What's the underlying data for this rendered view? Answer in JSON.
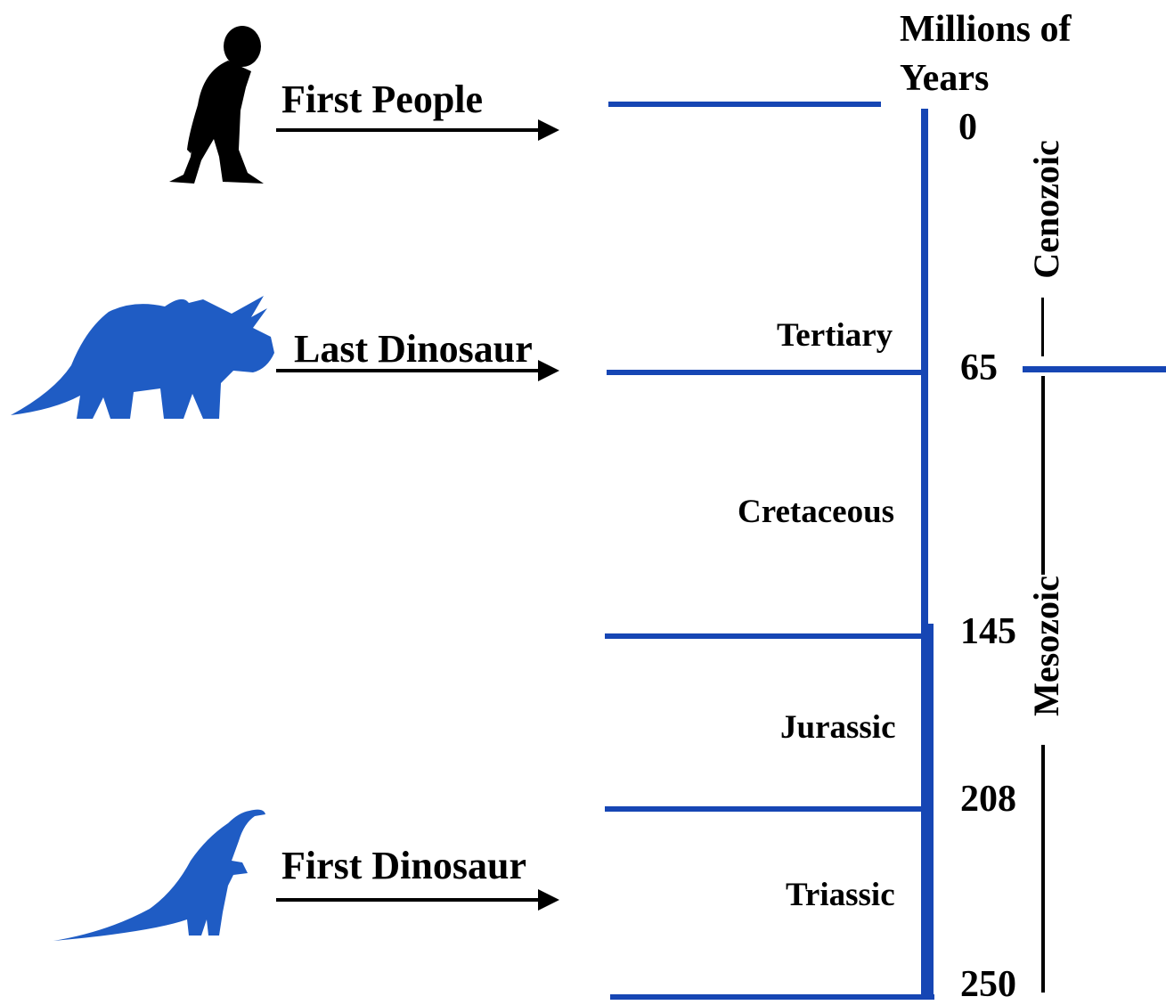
{
  "axis": {
    "title_line1": "Millions of",
    "title_line2": "Years",
    "ticks": [
      "0",
      "65",
      "145",
      "208",
      "250"
    ]
  },
  "events": [
    {
      "label": "First People",
      "icon": "human-silhouette-icon"
    },
    {
      "label": "Last Dinosaur",
      "icon": "triceratops-icon"
    },
    {
      "label": "First Dinosaur",
      "icon": "sauropod-icon"
    }
  ],
  "periods": [
    "Tertiary",
    "Cretaceous",
    "Jurassic",
    "Triassic"
  ],
  "eras": [
    "Cenozoic",
    "Mesozoic"
  ],
  "colors": {
    "timeline_blue": "#1646b4",
    "dinosaur_blue": "#1f5cc4",
    "human_black": "#000000"
  }
}
